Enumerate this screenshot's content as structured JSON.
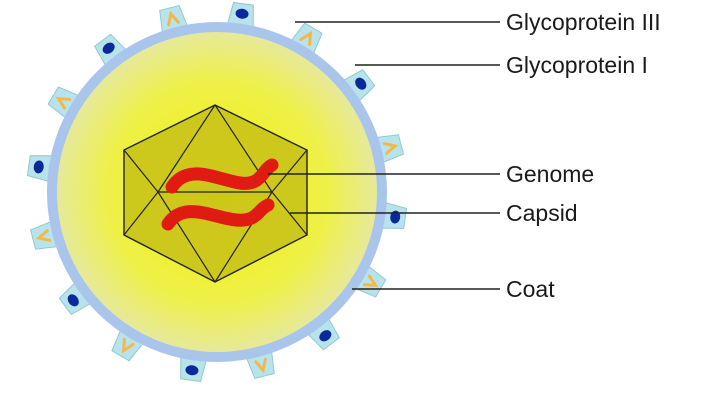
{
  "labels": {
    "glycoprotein_3": "Glycoprotein III",
    "glycoprotein_1": "Glycoprotein I",
    "genome": "Genome",
    "capsid": "Capsid",
    "coat": "Coat"
  },
  "colors": {
    "coat_outer": "#a9c5ec",
    "coat_inner_center": "#f4f20a",
    "coat_inner_edge": "#e6e99a",
    "spike_fill": "#b9e3ea",
    "spike_border": "#8fc9d6",
    "dark_marker": "#0a2a9c",
    "orange_marker": "#f2b84a",
    "capsid_face": "#c9c31a",
    "capsid_edge": "#222222",
    "genome": "#e01b12"
  },
  "spikes": {
    "count": 16,
    "marker_pattern": [
      "dark",
      "orange"
    ]
  }
}
